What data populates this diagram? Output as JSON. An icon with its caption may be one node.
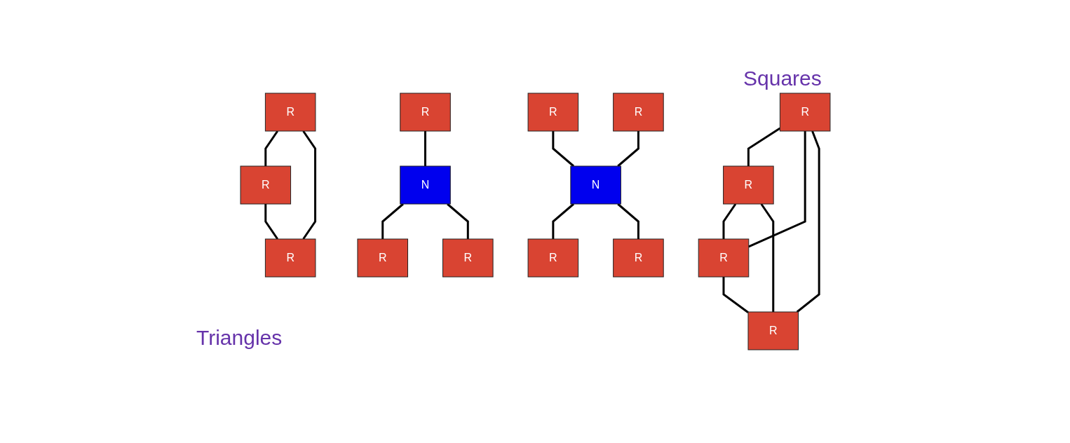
{
  "diagram": {
    "nodes": [
      {
        "text": [
          "R"
        ]
      },
      {
        "text": [
          "R"
        ]
      },
      {
        "text": [
          "R"
        ]
      },
      {
        "text": [
          "R"
        ]
      },
      {
        "text": [
          "N"
        ]
      },
      {
        "text": [
          "R"
        ]
      },
      {
        "text": [
          "R"
        ]
      },
      {
        "text": [
          "R"
        ]
      },
      {
        "text": [
          "R"
        ]
      },
      {
        "text": [
          "R"
        ]
      },
      {
        "text": [
          "R"
        ]
      },
      {
        "text": [
          "R"
        ]
      },
      {
        "text": [
          "R"
        ]
      },
      {
        "text": [
          "N"
        ]
      },
      {
        "text": [
          "R"
        ]
      },
      {
        "text": [
          "R"
        ]
      }
    ],
    "edges": [
      {
        "from": 0,
        "to": 1,
        "arrow": "none"
      },
      {
        "from": 0,
        "to": 2,
        "arrow": "none"
      },
      {
        "from": 1,
        "to": 2,
        "arrow": "none"
      },
      {
        "from": 3,
        "to": 4,
        "arrow": "none"
      },
      {
        "from": 4,
        "to": 5,
        "arrow": "none"
      },
      {
        "from": 4,
        "to": 6,
        "arrow": "none"
      },
      {
        "from": 7,
        "to": 8,
        "arrow": "none"
      },
      {
        "from": 7,
        "to": 9,
        "arrow": "none"
      },
      {
        "from": 7,
        "to": 10,
        "arrow": "none"
      },
      {
        "from": 8,
        "to": 9,
        "arrow": "none"
      },
      {
        "from": 8,
        "to": 10,
        "arrow": "none"
      },
      {
        "from": 9,
        "to": 10,
        "arrow": "none"
      },
      {
        "from": 11,
        "to": 13,
        "arrow": "none"
      },
      {
        "from": 12,
        "to": 13,
        "arrow": "none"
      },
      {
        "from": 13,
        "to": 14,
        "arrow": "none"
      },
      {
        "from": 13,
        "to": 15,
        "arrow": "none"
      }
    ],
    "labels": [
      "Squares",
      "Triangles"
    ]
  }
}
